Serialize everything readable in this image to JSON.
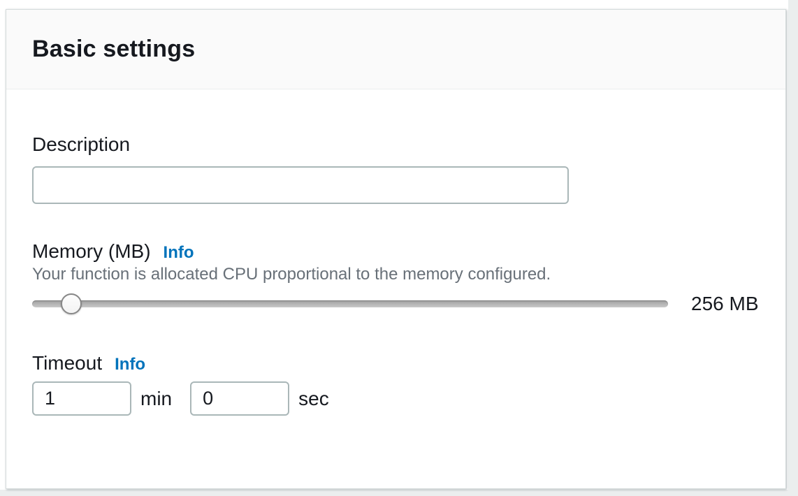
{
  "panel": {
    "title": "Basic settings",
    "description": {
      "label": "Description",
      "value": ""
    },
    "memory": {
      "label": "Memory (MB)",
      "info_label": "Info",
      "helper": "Your function is allocated CPU proportional to the memory configured.",
      "value_display": "256 MB",
      "slider_min_mb": 128,
      "slider_max_mb": 3008
    },
    "timeout": {
      "label": "Timeout",
      "info_label": "Info",
      "minutes_value": "1",
      "minutes_unit": "min",
      "seconds_value": "0",
      "seconds_unit": "sec"
    }
  },
  "colors": {
    "link_blue": "#0073bb",
    "heading_text": "#16191f",
    "helper_text": "#687078",
    "input_border": "#aab7b8",
    "panel_border": "#d5dbdb",
    "header_background": "#fafafa"
  }
}
